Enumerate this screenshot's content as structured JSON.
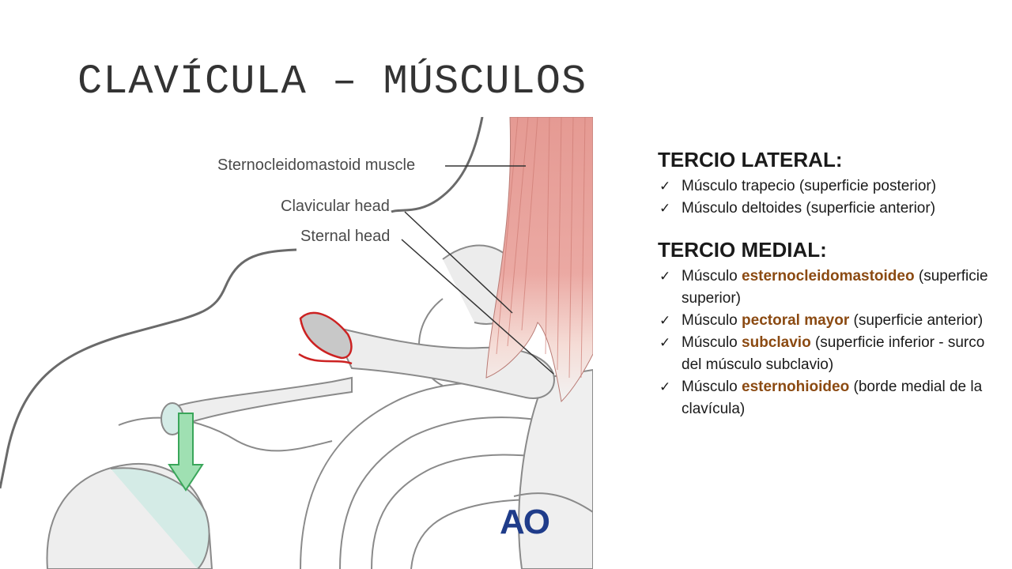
{
  "title": "CLAVÍCULA – MÚSCULOS",
  "figure": {
    "labels": {
      "sternocleidomastoid": "Sternocleidomastoid muscle",
      "clavicular_head": "Clavicular head",
      "sternal_head": "Sternal head"
    },
    "logo_text": "AO"
  },
  "sections": [
    {
      "heading": "TERCIO LATERAL:",
      "items": [
        {
          "pre": "Músculo trapecio (superficie posterior)",
          "hl": "",
          "post": ""
        },
        {
          "pre": "Músculo deltoides (superficie anterior)",
          "hl": "",
          "post": ""
        }
      ]
    },
    {
      "heading": "TERCIO MEDIAL:",
      "items": [
        {
          "pre": "Músculo ",
          "hl": "esternocleidomastoideo",
          "post": " (superficie superior)"
        },
        {
          "pre": "Músculo ",
          "hl": "pectoral mayor",
          "post": " (superficie anterior)"
        },
        {
          "pre": "Músculo ",
          "hl": "subclavio",
          "post": " (superficie inferior - surco del músculo subclavio)"
        },
        {
          "pre": "Músculo ",
          "hl": "esternohioideo",
          "post": " (borde medial de la clavícula)"
        }
      ]
    }
  ],
  "colors": {
    "highlight": "#8b4a12",
    "muscle": "#e8a09a",
    "insertion_outline": "#cc2222",
    "arrow": "#7fd39a",
    "logo": "#1f3c8a"
  },
  "icons": {
    "bullet": "check-icon"
  }
}
